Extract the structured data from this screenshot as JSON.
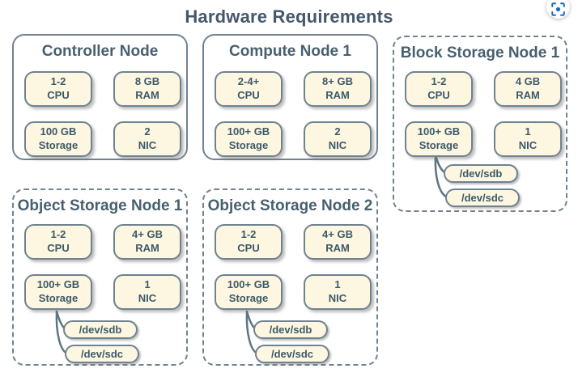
{
  "page": {
    "title": "Hardware Requirements"
  },
  "header": {
    "focus_icon": "focus-capture-icon"
  },
  "colors": {
    "accent_blue": "#1b6ac9",
    "node_border": "#70828f",
    "spec_fill": "#fdf6e1",
    "text_slate": "#3d5a68",
    "title_slate": "#44586a"
  },
  "nodes": [
    {
      "title": "Controller Node",
      "border": "solid",
      "specs": [
        {
          "line1": "1-2",
          "line2": "CPU"
        },
        {
          "line1": "8 GB",
          "line2": "RAM"
        },
        {
          "line1": "100 GB",
          "line2": "Storage"
        },
        {
          "line1": "2",
          "line2": "NIC"
        }
      ],
      "disks": []
    },
    {
      "title": "Compute Node 1",
      "border": "solid",
      "specs": [
        {
          "line1": "2-4+",
          "line2": "CPU"
        },
        {
          "line1": "8+ GB",
          "line2": "RAM"
        },
        {
          "line1": "100+ GB",
          "line2": "Storage"
        },
        {
          "line1": "2",
          "line2": "NIC"
        }
      ],
      "disks": []
    },
    {
      "title": "Block Storage Node 1",
      "border": "dashed",
      "specs": [
        {
          "line1": "1-2",
          "line2": "CPU"
        },
        {
          "line1": "4 GB",
          "line2": "RAM"
        },
        {
          "line1": "100+ GB",
          "line2": "Storage"
        },
        {
          "line1": "1",
          "line2": "NIC"
        }
      ],
      "disks": [
        "/dev/sdb",
        "/dev/sdc"
      ]
    },
    {
      "title": "Object Storage Node 1",
      "border": "dashed",
      "specs": [
        {
          "line1": "1-2",
          "line2": "CPU"
        },
        {
          "line1": "4+ GB",
          "line2": "RAM"
        },
        {
          "line1": "100+ GB",
          "line2": "Storage"
        },
        {
          "line1": "1",
          "line2": "NIC"
        }
      ],
      "disks": [
        "/dev/sdb",
        "/dev/sdc"
      ]
    },
    {
      "title": "Object Storage Node 2",
      "border": "dashed",
      "specs": [
        {
          "line1": "1-2",
          "line2": "CPU"
        },
        {
          "line1": "4+ GB",
          "line2": "RAM"
        },
        {
          "line1": "100+ GB",
          "line2": "Storage"
        },
        {
          "line1": "1",
          "line2": "NIC"
        }
      ],
      "disks": [
        "/dev/sdb",
        "/dev/sdc"
      ]
    }
  ]
}
